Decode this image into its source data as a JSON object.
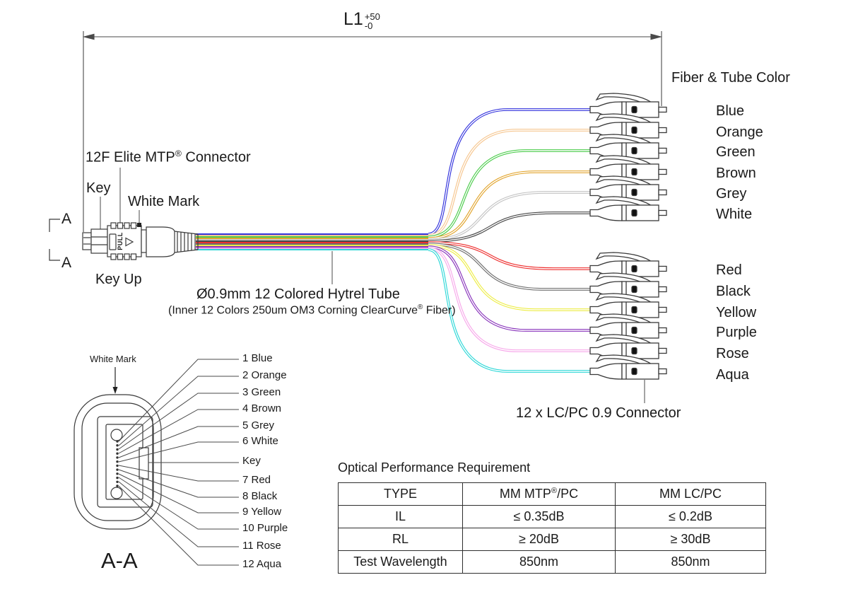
{
  "dimension": {
    "name": "L1",
    "plus": "+50",
    "minus": "-0"
  },
  "mtp": {
    "connector_pre": "12F Elite MTP",
    "connector_sup": "®",
    "connector_post": " Connector",
    "key": "Key",
    "white_mark": "White Mark",
    "key_up": "Key Up",
    "pull": "PULL",
    "section_marker": "A"
  },
  "cable": {
    "tube_label": "Ø0.9mm 12 Colored Hytrel Tube",
    "tube_sub_pre": "(Inner 12 Colors 250um OM3 Corning ClearCurve",
    "tube_sub_sup": "®",
    "tube_sub_post": " Fiber)"
  },
  "fanout": {
    "legend_title": "Fiber & Tube Color",
    "lc_label": "12 x LC/PC 0.9 Connector"
  },
  "fibers": {
    "top": [
      {
        "name": "Blue",
        "color": "#3333dd"
      },
      {
        "name": "Orange",
        "color": "#f6c68f"
      },
      {
        "name": "Green",
        "color": "#4ccc4c"
      },
      {
        "name": "Brown",
        "color": "#e2a52e"
      },
      {
        "name": "Grey",
        "color": "#c4c4c4"
      },
      {
        "name": "White",
        "color": "#4a4a4a"
      }
    ],
    "bottom": [
      {
        "name": "Red",
        "color": "#ee3030"
      },
      {
        "name": "Black",
        "color": "#6e6e6e"
      },
      {
        "name": "Yellow",
        "color": "#eded45"
      },
      {
        "name": "Purple",
        "color": "#8833bb"
      },
      {
        "name": "Rose",
        "color": "#f7a8ea"
      },
      {
        "name": "Aqua",
        "color": "#2fd8d8"
      }
    ]
  },
  "section": {
    "title": "A-A",
    "white_mark": "White Mark",
    "pins": [
      "1 Blue",
      "2 Orange",
      "3 Green",
      "4 Brown",
      "5 Grey",
      "6 White",
      "Key",
      "7 Red",
      "8 Black",
      "9 Yellow",
      "10 Purple",
      "11 Rose",
      "12 Aqua"
    ]
  },
  "table": {
    "title": "Optical Performance Requirement",
    "header": {
      "c1": "TYPE",
      "c2_pre": "MM MTP",
      "c2_sup": "®",
      "c2_post": "/PC",
      "c3": "MM LC/PC"
    },
    "rows": [
      [
        "IL",
        "≤ 0.35dB",
        "≤ 0.2dB"
      ],
      [
        "RL",
        "≥ 20dB",
        "≥ 30dB"
      ],
      [
        "Test Wavelength",
        "850nm",
        "850nm"
      ]
    ]
  }
}
